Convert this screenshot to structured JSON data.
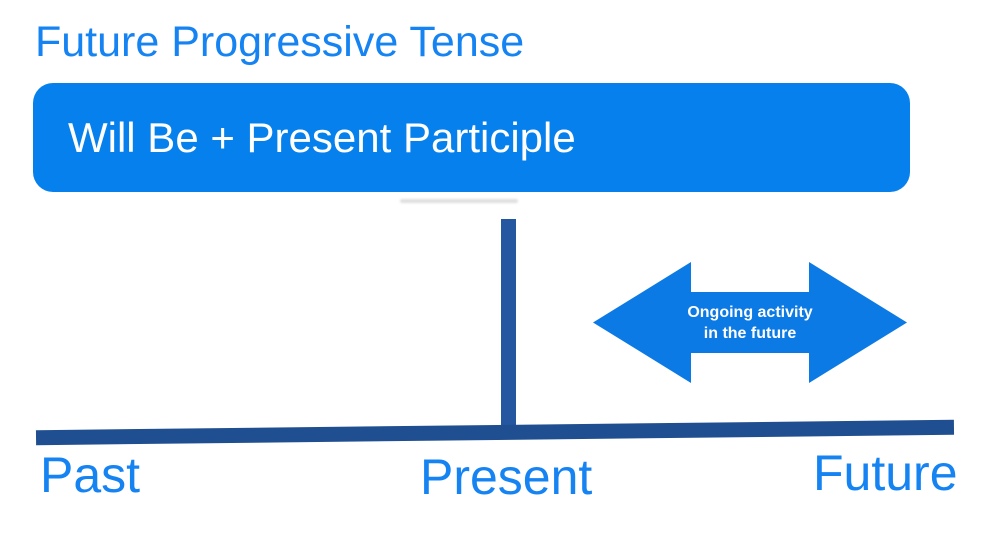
{
  "title": "Future Progressive Tense",
  "formula_box": {
    "label": "Will Be + Present Participle"
  },
  "annotation_arrow": {
    "line1": "Ongoing activity",
    "line2": "in the future"
  },
  "timeline": {
    "labels": [
      "Past",
      "Present",
      "Future"
    ]
  },
  "colors": {
    "title_blue": "#1583f2",
    "formula_box_fill": "#0580ec",
    "arrow_fill": "#0c7ae4",
    "timeline_bar": "#1f4f90",
    "present_tick": "#2457a0",
    "text_on_blue": "#ffffff"
  }
}
